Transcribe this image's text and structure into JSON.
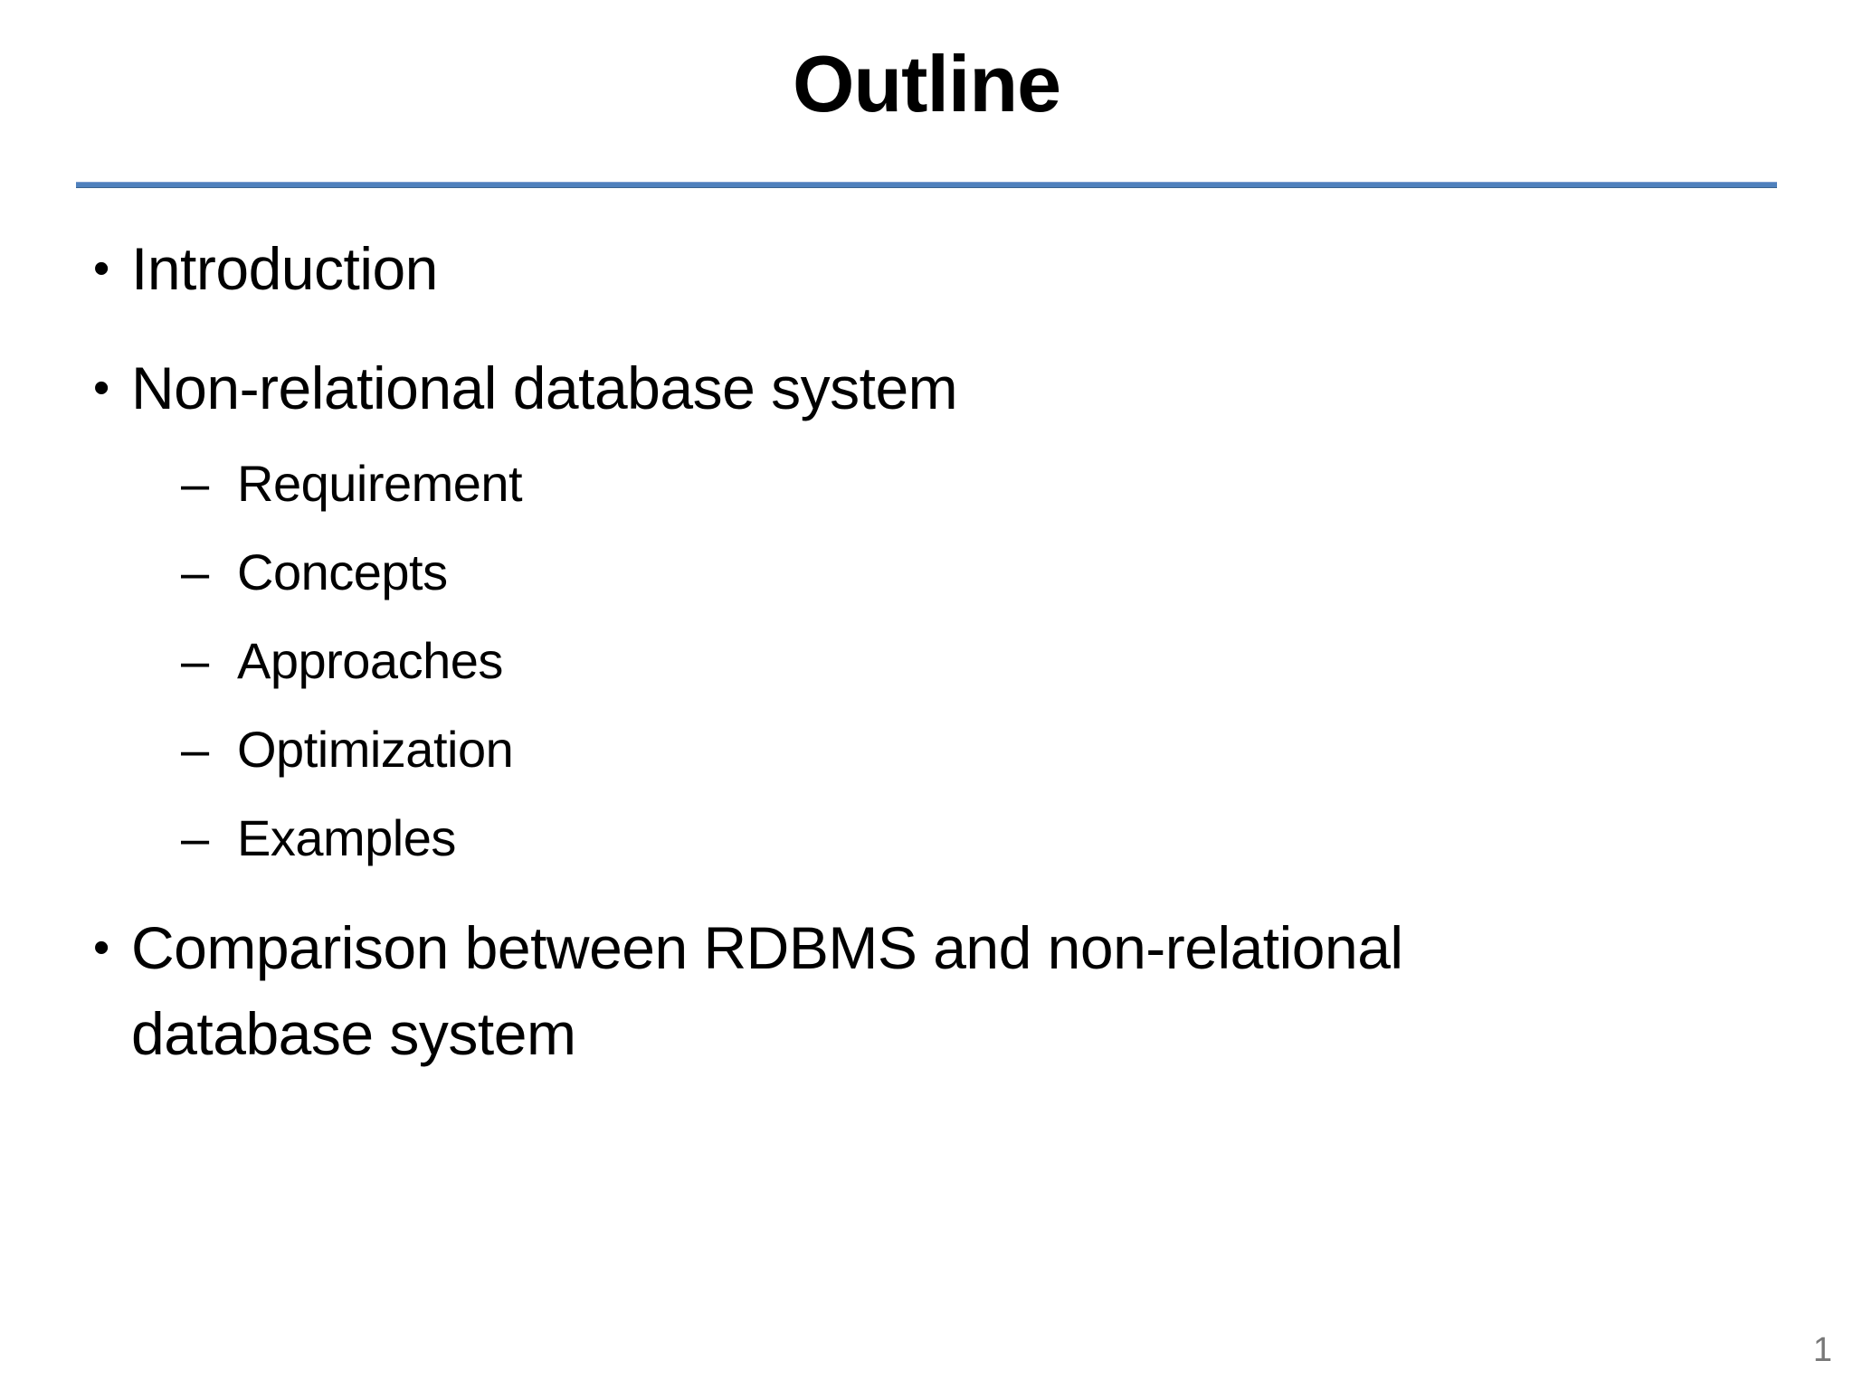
{
  "slide": {
    "title": "Outline",
    "page_number": "1"
  },
  "markers": {
    "bullet": "•",
    "dash": "–"
  },
  "outline": {
    "items": [
      {
        "label": "Introduction"
      },
      {
        "label": "Non-relational database system"
      },
      {
        "label": "Comparison between RDBMS and non-relational database system"
      }
    ],
    "sub_items": [
      {
        "label": "Requirement"
      },
      {
        "label": "Concepts"
      },
      {
        "label": "Approaches"
      },
      {
        "label": "Optimization"
      },
      {
        "label": "Examples"
      }
    ]
  },
  "colors": {
    "background": "#FFFFFF",
    "text": "#000000",
    "divider": "#4F81BD",
    "page_number": "#777777"
  }
}
